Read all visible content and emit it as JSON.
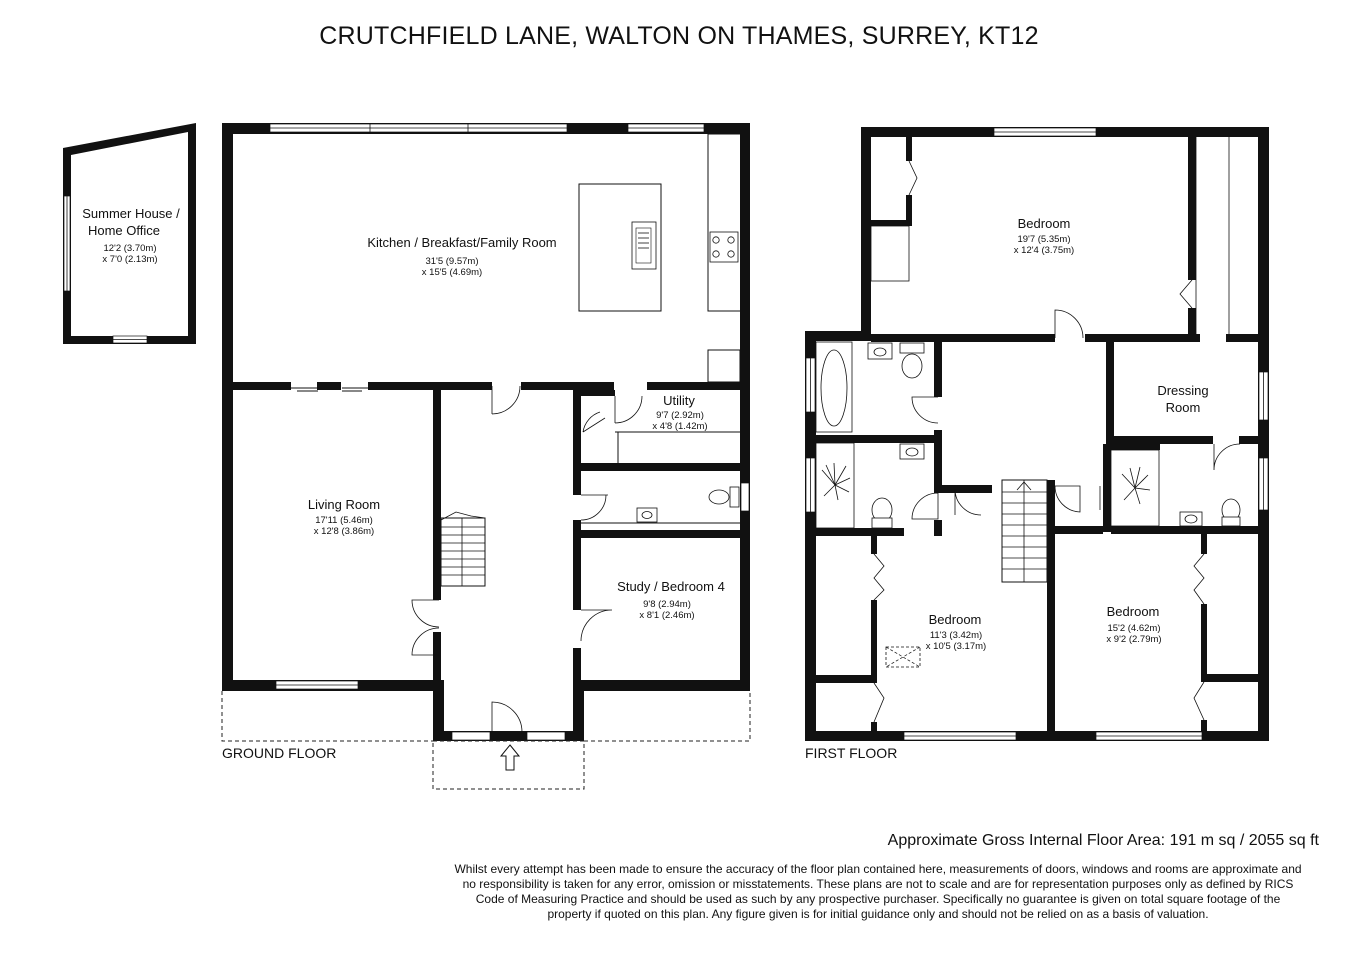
{
  "title": "CRUTCHFIELD LANE, WALTON ON THAMES, SURREY, KT12",
  "ground_floor_label": "GROUND FLOOR",
  "first_floor_label": "FIRST FLOOR",
  "rooms": {
    "summer_house": {
      "name_1": "Summer House /",
      "name_2": "Home Office",
      "dim_1": "12'2 (3.70m)",
      "dim_2": "x 7'0 (2.13m)"
    },
    "kitchen": {
      "name": "Kitchen / Breakfast/Family Room",
      "dim_1": "31'5 (9.57m)",
      "dim_2": "x 15'5 (4.69m)"
    },
    "utility": {
      "name": "Utility",
      "dim_1": "9'7 (2.92m)",
      "dim_2": "x 4'8 (1.42m)"
    },
    "living": {
      "name": "Living Room",
      "dim_1": "17'11 (5.46m)",
      "dim_2": "x 12'8 (3.86m)"
    },
    "study": {
      "name": "Study / Bedroom 4",
      "dim_1": "9'8 (2.94m)",
      "dim_2": "x 8'1 (2.46m)"
    },
    "bedroom_top": {
      "name": "Bedroom",
      "dim_1": "19'7 (5.35m)",
      "dim_2": "x 12'4 (3.75m)"
    },
    "dressing": {
      "name_1": "Dressing",
      "name_2": "Room"
    },
    "bedroom_mid": {
      "name": "Bedroom",
      "dim_1": "11'3 (3.42m)",
      "dim_2": "x 10'5 (3.17m)"
    },
    "bedroom_right": {
      "name": "Bedroom",
      "dim_1": "15'2 (4.62m)",
      "dim_2": "x 9'2 (2.79m)"
    }
  },
  "area_text": "Approximate Gross Internal Floor Area: 191 m sq / 2055 sq ft",
  "disclaimer": [
    "Whilst every attempt has been made to ensure the accuracy of the floor plan contained here, measurements of doors, windows and rooms are approximate and",
    "no responsibility is taken for any error, omission or misstatements. These plans are not to scale and are for representation purposes only as defined by RICS",
    "Code of Measuring Practice and should be used as such by any prospective purchaser. Specifically no guarantee is given on total square footage of the",
    "property if quoted on this plan. Any figure given is for initial guidance only and should not be relied on as a basis of valuation."
  ]
}
